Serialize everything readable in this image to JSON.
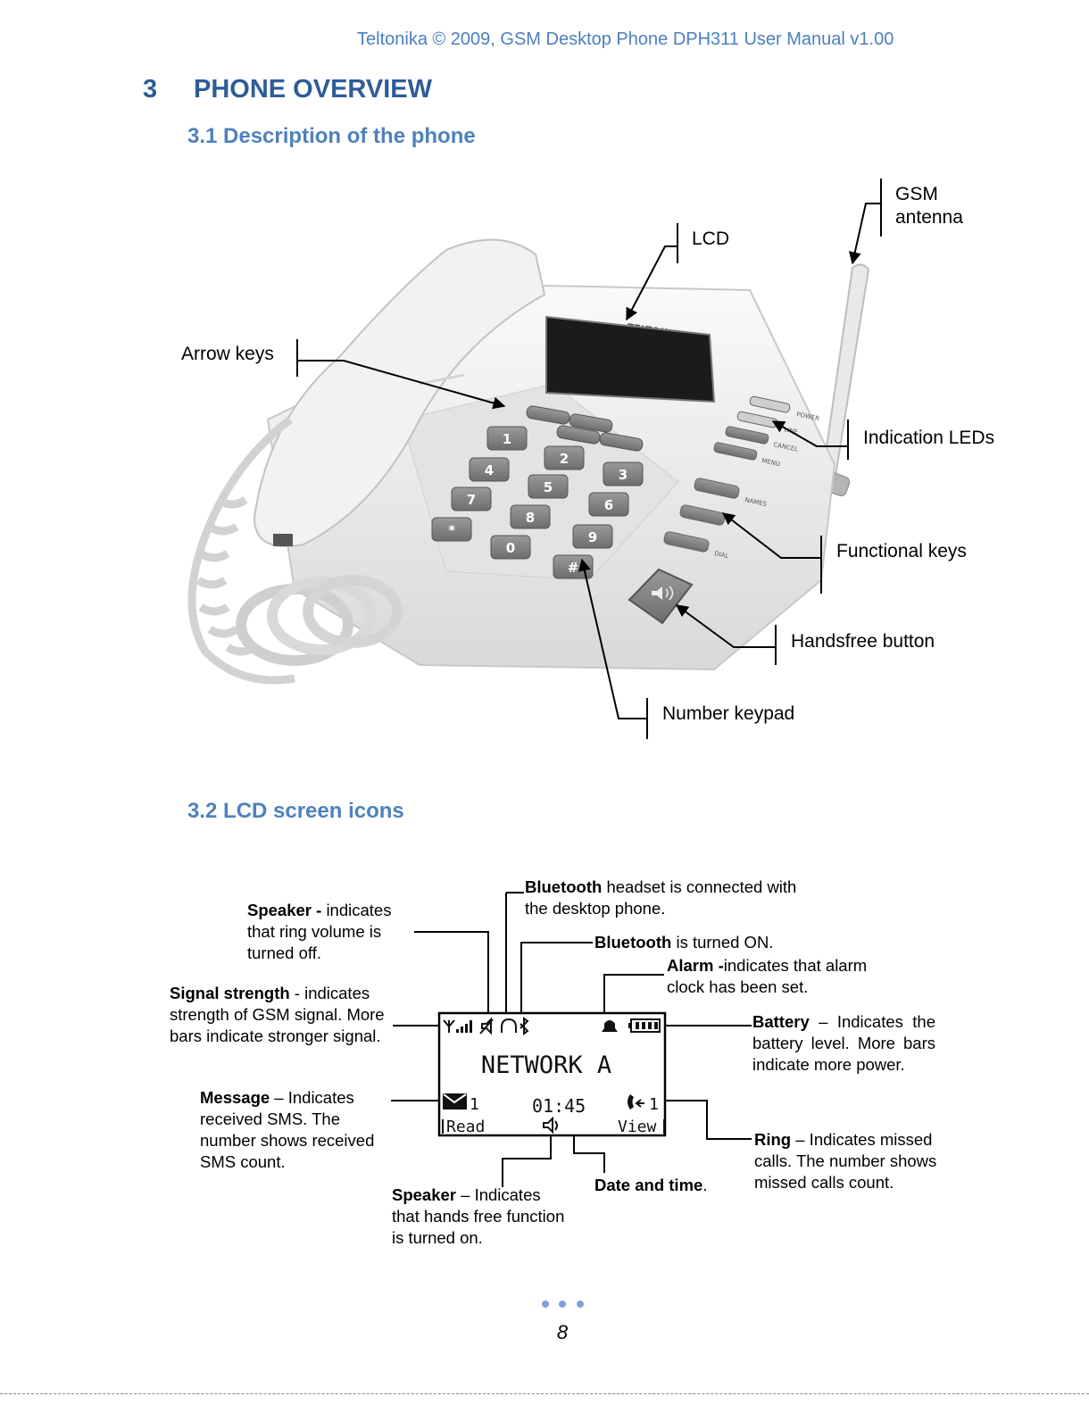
{
  "header": {
    "running_title": "Teltonika © 2009, GSM Desktop Phone DPH311 User Manual v1.00"
  },
  "section": {
    "number": "3",
    "title": "PHONE OVERVIEW"
  },
  "sub1": {
    "title": "3.1 Description of the phone"
  },
  "phone": {
    "brand": "TELTONIKA",
    "labels": {
      "gsm_1": "GSM",
      "gsm_2": "antenna",
      "lcd": "LCD",
      "arrow_keys": "Arrow keys",
      "indication_leds": "Indication LEDs",
      "functional_keys": "Functional keys",
      "handsfree": "Handsfree button",
      "keypad": "Number keypad"
    },
    "button_labels": [
      "POWER",
      "LINE",
      "CANCEL",
      "MENU",
      "NAMES",
      "",
      "DIAL"
    ],
    "keys": [
      "1",
      "2",
      "3",
      "4",
      "5",
      "6",
      "7",
      "8",
      "9",
      "*",
      "0",
      "#"
    ]
  },
  "sub2": {
    "title": "3.2 LCD screen icons"
  },
  "lcd": {
    "network": "NETWORK A",
    "msg_count": "1",
    "time": "01:45",
    "ring_count": "1",
    "left_soft": "Read",
    "right_soft": "View"
  },
  "icon_desc": {
    "bt_headset": {
      "bold": "Bluetooth",
      "rest": " headset is connected with the desktop phone."
    },
    "speaker_off": {
      "bold": "Speaker - ",
      "rest": "indicates that ring volume is turned off."
    },
    "bt_on": {
      "bold": "Bluetooth",
      "rest": " is turned ON."
    },
    "alarm": {
      "bold": "Alarm -",
      "rest": "indicates that alarm clock has been set."
    },
    "signal": {
      "bold": "Signal strength",
      "rest": " - indicates strength of GSM signal. More bars indicate stronger signal."
    },
    "battery": {
      "bold": "Battery",
      "rest": " – Indicates the battery level. More bars indicate more power."
    },
    "message": {
      "bold": "Message",
      "rest": " – Indicates received SMS. The number shows received SMS count."
    },
    "ring": {
      "bold": "Ring",
      "rest": " – Indicates missed calls. The number shows missed calls count."
    },
    "speaker_hf": {
      "bold": "Speaker",
      "rest": " – Indicates that hands free function is turned on."
    },
    "datetime": {
      "bold": "Date and time",
      "rest": "."
    }
  },
  "footer": {
    "page": "8"
  }
}
